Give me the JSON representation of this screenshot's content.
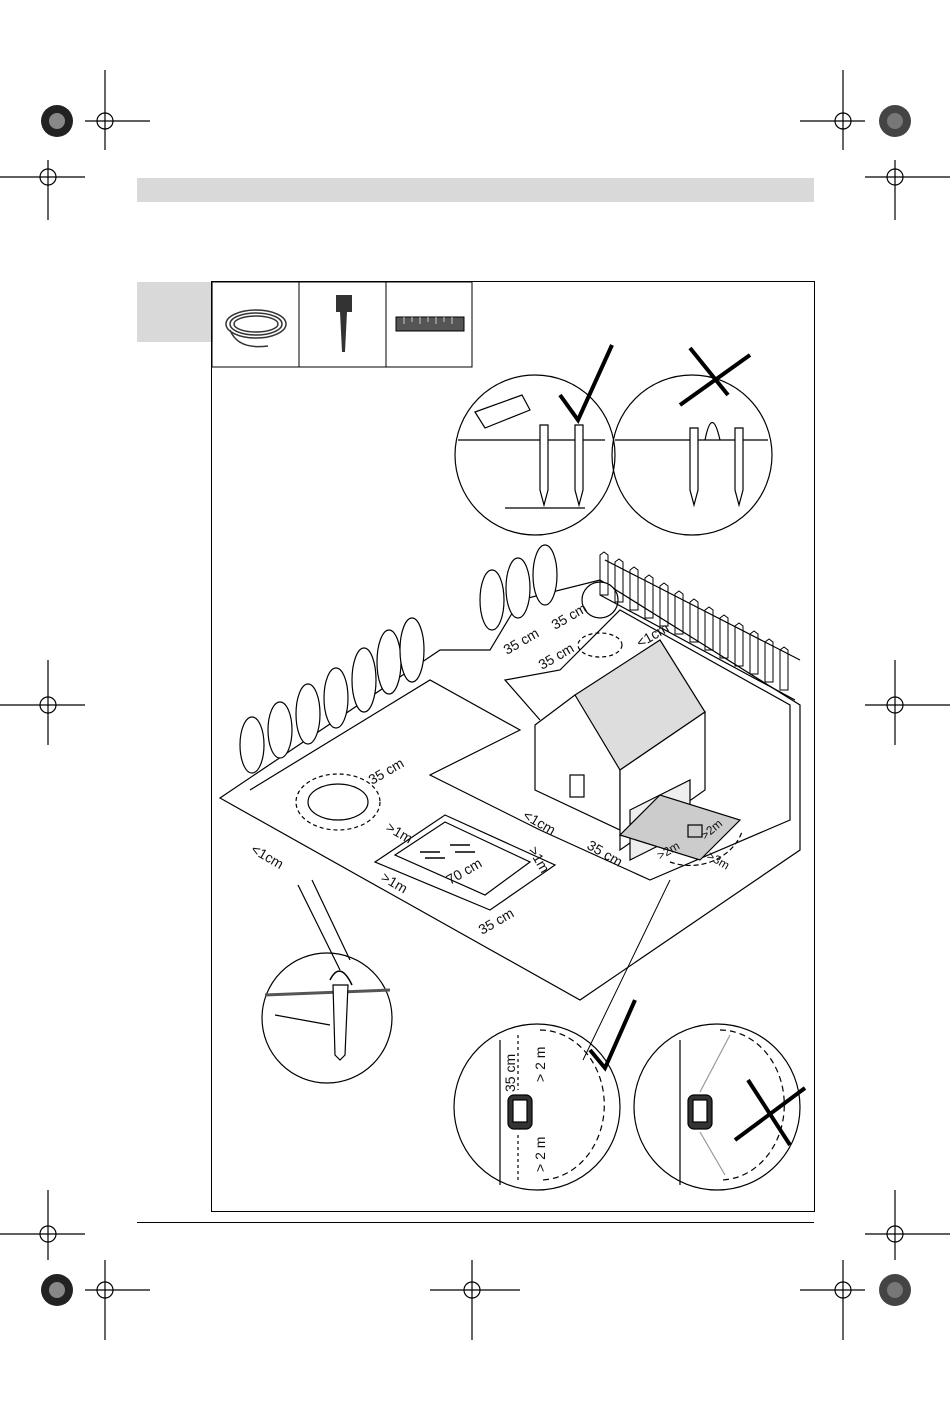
{
  "labels": {
    "stake_spacing": "35 cm",
    "tree_top": "35 cm",
    "tree_left": "35 cm",
    "tree_bottom": "35 cm",
    "fence_gap": "<1cm",
    "lawn_edge": "35 cm",
    "flower_bed_gap": ">1m",
    "pool_left": ">1m",
    "pool_width": "70 cm",
    "pool_right": ">1m",
    "patio_gap": "<1cm",
    "house_edge": "35 cm",
    "bottom_edge": "35 cm",
    "left_edge": "<1cm",
    "station_top": ">2m",
    "station_side": ">2m",
    "station_dist": ">3m",
    "zoom_top": "35 cm",
    "zoom_top_2": "> 2 m",
    "zoom_bottom": "> 2 m"
  },
  "icons": {
    "boundary_wire": "wire-coil-icon",
    "peg": "peg-icon",
    "ruler": "ruler-icon",
    "correct": "checkmark-icon",
    "incorrect": "x-mark-icon"
  },
  "colors": {
    "tab_grey": "#d9d9d9",
    "line": "#111111"
  }
}
